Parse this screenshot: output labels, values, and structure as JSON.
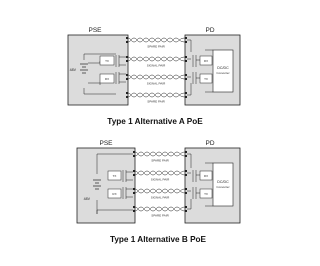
{
  "diagrams": [
    {
      "id": "a",
      "pse_label": "PSE",
      "pd_label": "PD",
      "voltage": "48V",
      "pair_labels": [
        "SPARE PAIR",
        "SIGNAL PAIR",
        "SIGNAL PAIR",
        "SPARE PAIR"
      ],
      "pse_blocks": [
        "TX",
        "RX"
      ],
      "pd_blocks": [
        "RX",
        "TX"
      ],
      "converter_label": "DC/DC",
      "converter_sub": "Converter",
      "caption": "Type 1 Alternative A PoE"
    },
    {
      "id": "b",
      "pse_label": "PSE",
      "pd_label": "PD",
      "voltage": "48V",
      "pair_labels": [
        "SPARE PAIR",
        "SIGNAL PAIR",
        "SIGNAL PAIR",
        "SPARE PAIR"
      ],
      "pse_blocks": [
        "TX",
        "RX"
      ],
      "pd_blocks": [
        "RX",
        "TX"
      ],
      "converter_label": "DC/DC",
      "converter_sub": "Converter",
      "caption": "Type 1 Alternative B PoE"
    }
  ],
  "colors": {
    "box_fill": "#dcdcdc",
    "line": "#222222",
    "caption": "#111111"
  }
}
